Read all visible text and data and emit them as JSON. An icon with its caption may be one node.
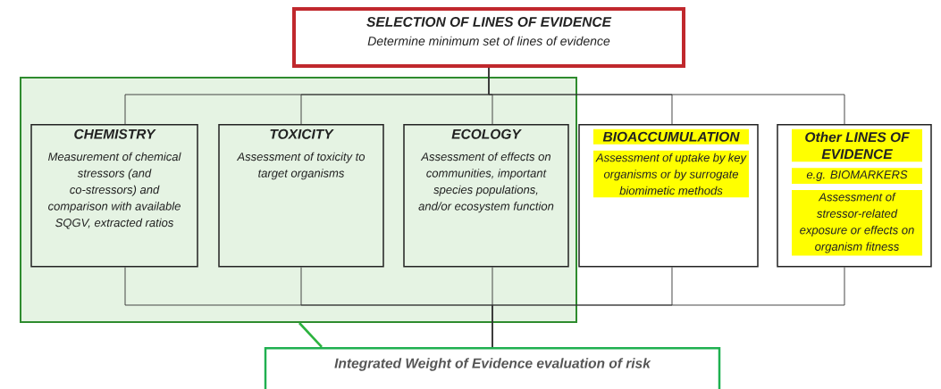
{
  "diagram": {
    "nodes": [
      {
        "text": [
          "SELECTION OF LINES OF EVIDENCE",
          "Determine minimum set of lines of evidence"
        ]
      },
      {
        "text": [],
        "shape": "box"
      },
      {
        "text": [
          "CHEMISTRY",
          "Measurement of chemical stressors (and co-stressors) and comparison with available SQGV, extracted ratios"
        ],
        "in": 1
      },
      {
        "text": [
          "TOXICITY",
          "Assessment of toxicity to target organisms"
        ],
        "in": 1
      },
      {
        "text": [
          "ECOLOGY",
          "Assessment of effects on communities, important species populations, and/or ecosystem function"
        ],
        "in": 1
      },
      {
        "text": [
          "BIOACCUMULATION",
          "Assessment of uptake by key organisms or by surrogate biomimetic methods"
        ]
      },
      {
        "text": [
          "Other LINES OF EVIDENCE",
          "e.g. BIOMARKERS",
          "Assessment of stressor-related exposure or effects on organism fitness"
        ]
      },
      {
        "text": [
          "Integrated Weight of Evidence evaluation of risk"
        ]
      }
    ],
    "edges": [
      {
        "from": 0,
        "to": 2,
        "arrow": "none"
      },
      {
        "from": 0,
        "to": 3,
        "arrow": "none"
      },
      {
        "from": 0,
        "to": 4,
        "arrow": "none"
      },
      {
        "from": 0,
        "to": 5,
        "arrow": "none"
      },
      {
        "from": 0,
        "to": 6,
        "arrow": "none"
      },
      {
        "from": 2,
        "to": 7,
        "arrow": "none"
      },
      {
        "from": 3,
        "to": 7,
        "arrow": "none"
      },
      {
        "from": 4,
        "to": 7,
        "arrow": "none"
      },
      {
        "from": 5,
        "to": 7,
        "arrow": "none"
      },
      {
        "from": 6,
        "to": 7,
        "arrow": "none"
      },
      {
        "from": 1,
        "to": 7,
        "arrow": "none",
        "style": "thick",
        "color": "#3aaa35"
      }
    ]
  }
}
